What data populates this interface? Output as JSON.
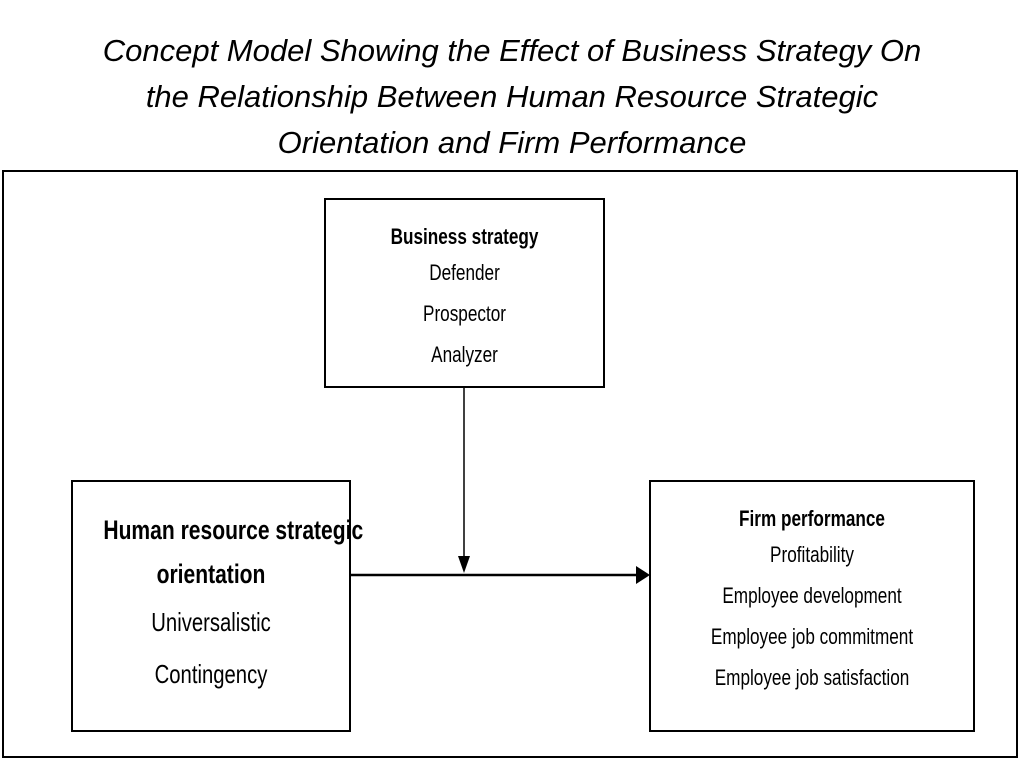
{
  "title": {
    "line1": "Concept Model Showing the Effect of Business Strategy On",
    "line2": "the Relationship Between Human Resource Strategic",
    "line3": "Orientation and Firm Performance"
  },
  "business_strategy": {
    "heading": "Business strategy",
    "items": [
      "Defender",
      "Prospector",
      "Analyzer"
    ]
  },
  "hr_orientation": {
    "heading_line1": "Human resource strategic",
    "heading_line2": "orientation",
    "items": [
      "Universalistic",
      "Contingency"
    ]
  },
  "firm_performance": {
    "heading": "Firm performance",
    "items": [
      "Profitability",
      "Employee development",
      "Employee job commitment",
      "Employee job satisfaction"
    ]
  }
}
